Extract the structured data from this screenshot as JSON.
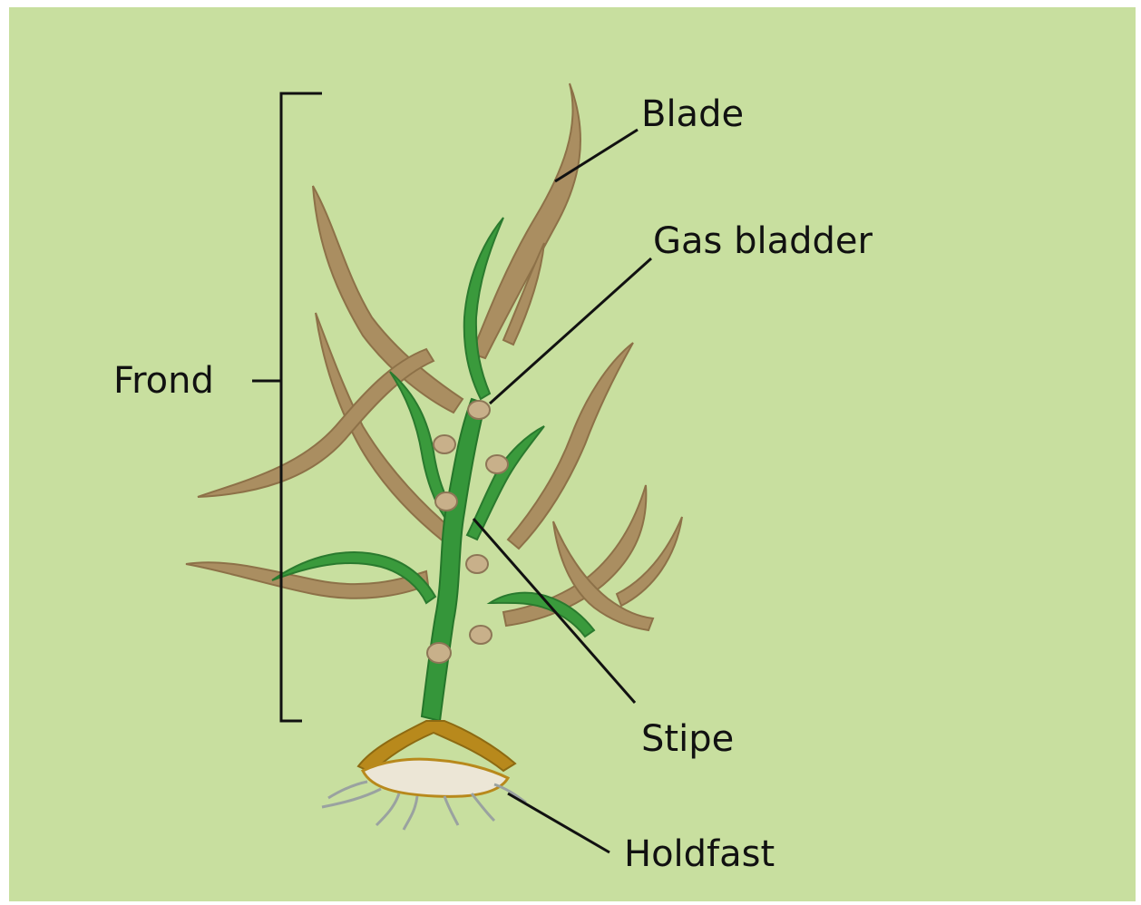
{
  "labels": {
    "blade": "Blade",
    "gas_bladder": "Gas bladder",
    "frond": "Frond",
    "stipe": "Stipe",
    "holdfast": "Holdfast"
  },
  "colors": {
    "background": "#c8df9f",
    "blade_brown": "#a98a5e",
    "stem_green": "#3a9a3c",
    "holdfast_gold": "#b8891c",
    "bladder_tan": "#c8b08a",
    "line": "#111111"
  }
}
